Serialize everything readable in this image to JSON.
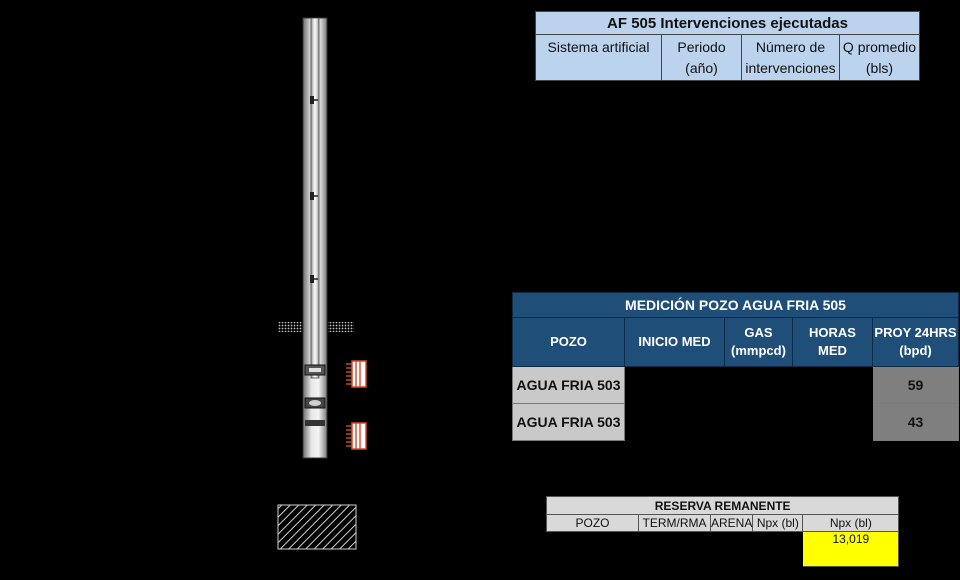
{
  "interventions_table": {
    "title": "AF 505 Intervenciones ejecutadas",
    "columns": {
      "sistema": "Sistema  artificial",
      "periodo": "Periodo (año)",
      "numero": "Número de intervenciones",
      "q_promedio": "Q promedio (bls)"
    }
  },
  "measurement_table": {
    "title": "MEDICIÓN POZO AGUA FRIA 505",
    "columns": {
      "pozo": "POZO",
      "inicio": "INICIO MED",
      "gas": "GAS (mmpcd)",
      "horas": "HORAS MED",
      "proy": "PROY 24HRS (bpd)"
    },
    "rows": [
      {
        "pozo": "AGUA FRIA 503",
        "inicio": "",
        "gas": "",
        "horas": "",
        "proy": "59"
      },
      {
        "pozo": "AGUA FRIA 503",
        "inicio": "",
        "gas": "",
        "horas": "",
        "proy": "43"
      }
    ]
  },
  "reserve_table": {
    "title": "RESERVA REMANENTE",
    "columns": {
      "pozo": "POZO",
      "term": "TERM/RMA",
      "arena": "ARENA",
      "npx1": "Npx (bl)",
      "npx2": "Npx (bl)"
    },
    "npx_value": "13,019"
  },
  "colors": {
    "background": "#000000",
    "interventions_header": "#bcd3ee",
    "measurement_header": "#1f4e79",
    "pozo_cell": "#c9c9c9",
    "proy_cell": "#7f7f7f",
    "reserve_header": "#d9d9d9",
    "highlight": "#ffff00",
    "perforation": "#e06040"
  }
}
